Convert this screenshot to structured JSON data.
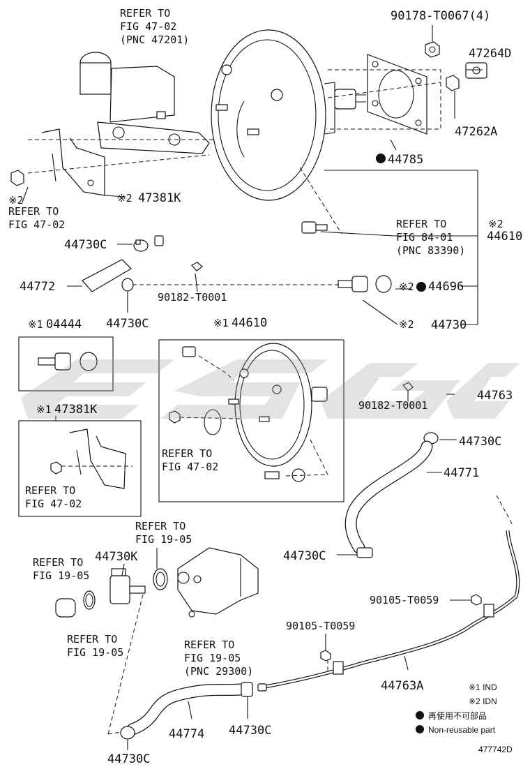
{
  "diagram_id": "477742D",
  "references": {
    "fig_47_02_pnc": "REFER TO\nFIG 47-02\n(PNC 47201)",
    "fig_47_02_left": "REFER TO\nFIG 47-02",
    "fig_84_01": "REFER TO\nFIG 84-01\n(PNC 83390)",
    "fig_47_02_inset1": "REFER TO\nFIG 47-02",
    "fig_47_02_inset2": "REFER TO\nFIG 47-02",
    "fig_19_05_top": "REFER TO\nFIG 19-05",
    "fig_19_05_left": "REFER TO\nFIG 19-05",
    "fig_19_05_bottom": "REFER TO\nFIG 19-05",
    "fig_19_05_pnc": "REFER TO\nFIG 19-05\n(PNC 29300)"
  },
  "parts": {
    "p90178": "90178-T0067(4)",
    "p47264d": "47264D",
    "p47262a": "47262A",
    "p44785": "44785",
    "p47381k": "47381K",
    "p44610": "44610",
    "p44730c_a": "44730C",
    "p44772": "44772",
    "p90182_a": "90182-T0001",
    "p44696": "44696",
    "p44730c_b": "44730C",
    "p44730": "44730",
    "p04444": "04444",
    "p44610_inset": "44610",
    "p44763": "44763",
    "p90182_b": "90182-T0001",
    "p47381k_inset": "47381K",
    "p44730c_c": "44730C",
    "p44771": "44771",
    "p44730c_d": "44730C",
    "p44730k": "44730K",
    "p90105_a": "90105-T0059",
    "p90105_b": "90105-T0059",
    "p44763a": "44763A",
    "p44774": "44774",
    "p44730c_e": "44730C",
    "p44730c_f": "44730C"
  },
  "marks": {
    "note1": "※1",
    "note2": "※2",
    "dot": "●"
  },
  "legend": {
    "ind": "※1 IND",
    "idn": "※2 IDN",
    "jp": "再使用不可部品",
    "en": "Non-reusable part"
  },
  "watermark": "ESGC"
}
